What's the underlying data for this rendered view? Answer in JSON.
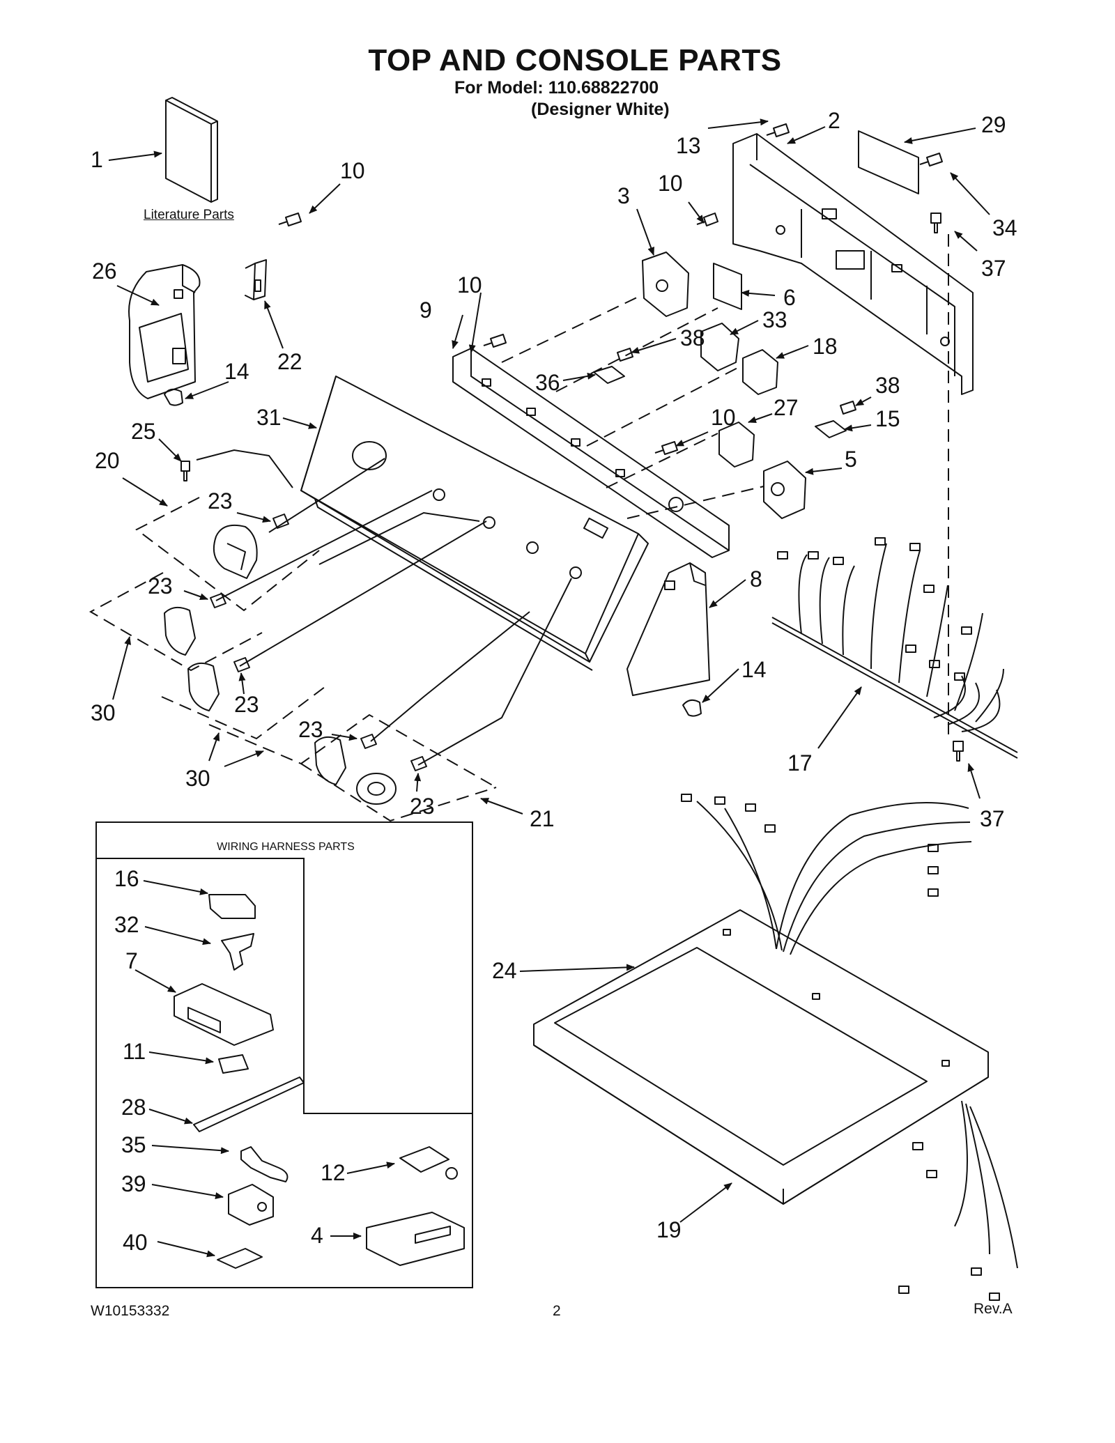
{
  "header": {
    "title": "TOP AND CONSOLE PARTS",
    "model_line": "For Model: 110.68822700",
    "variant_line": "(Designer White)"
  },
  "literature_label": "Literature Parts",
  "wiring_panel": {
    "title": "WIRING HARNESS PARTS"
  },
  "footer": {
    "doc_number": "W10153332",
    "page_number": "2",
    "revision": "Rev.A"
  },
  "callouts": [
    "1",
    "2",
    "3",
    "4",
    "5",
    "6",
    "7",
    "8",
    "9",
    "10",
    "11",
    "12",
    "13",
    "14",
    "15",
    "16",
    "17",
    "18",
    "19",
    "20",
    "21",
    "22",
    "23",
    "24",
    "25",
    "26",
    "27",
    "28",
    "29",
    "30",
    "31",
    "32",
    "33",
    "34",
    "35",
    "36",
    "37",
    "38",
    "39",
    "40"
  ],
  "colors": {
    "line": "#111111",
    "shade": "#d9d9d9",
    "background": "#ffffff"
  }
}
